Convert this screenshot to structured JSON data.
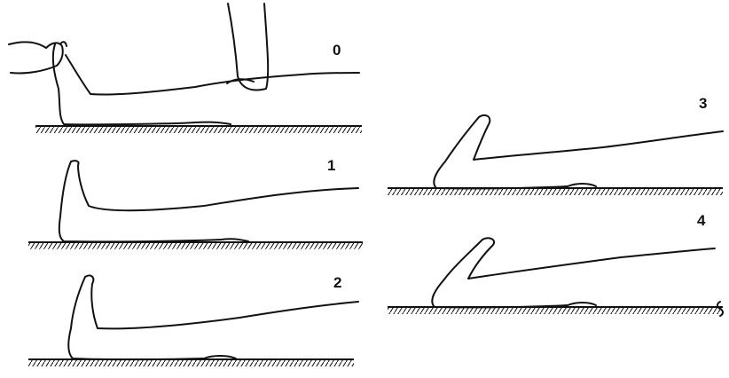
{
  "panels": [
    {
      "number": "0"
    },
    {
      "number": "1"
    },
    {
      "number": "2"
    },
    {
      "number": "3"
    },
    {
      "number": "4"
    }
  ]
}
